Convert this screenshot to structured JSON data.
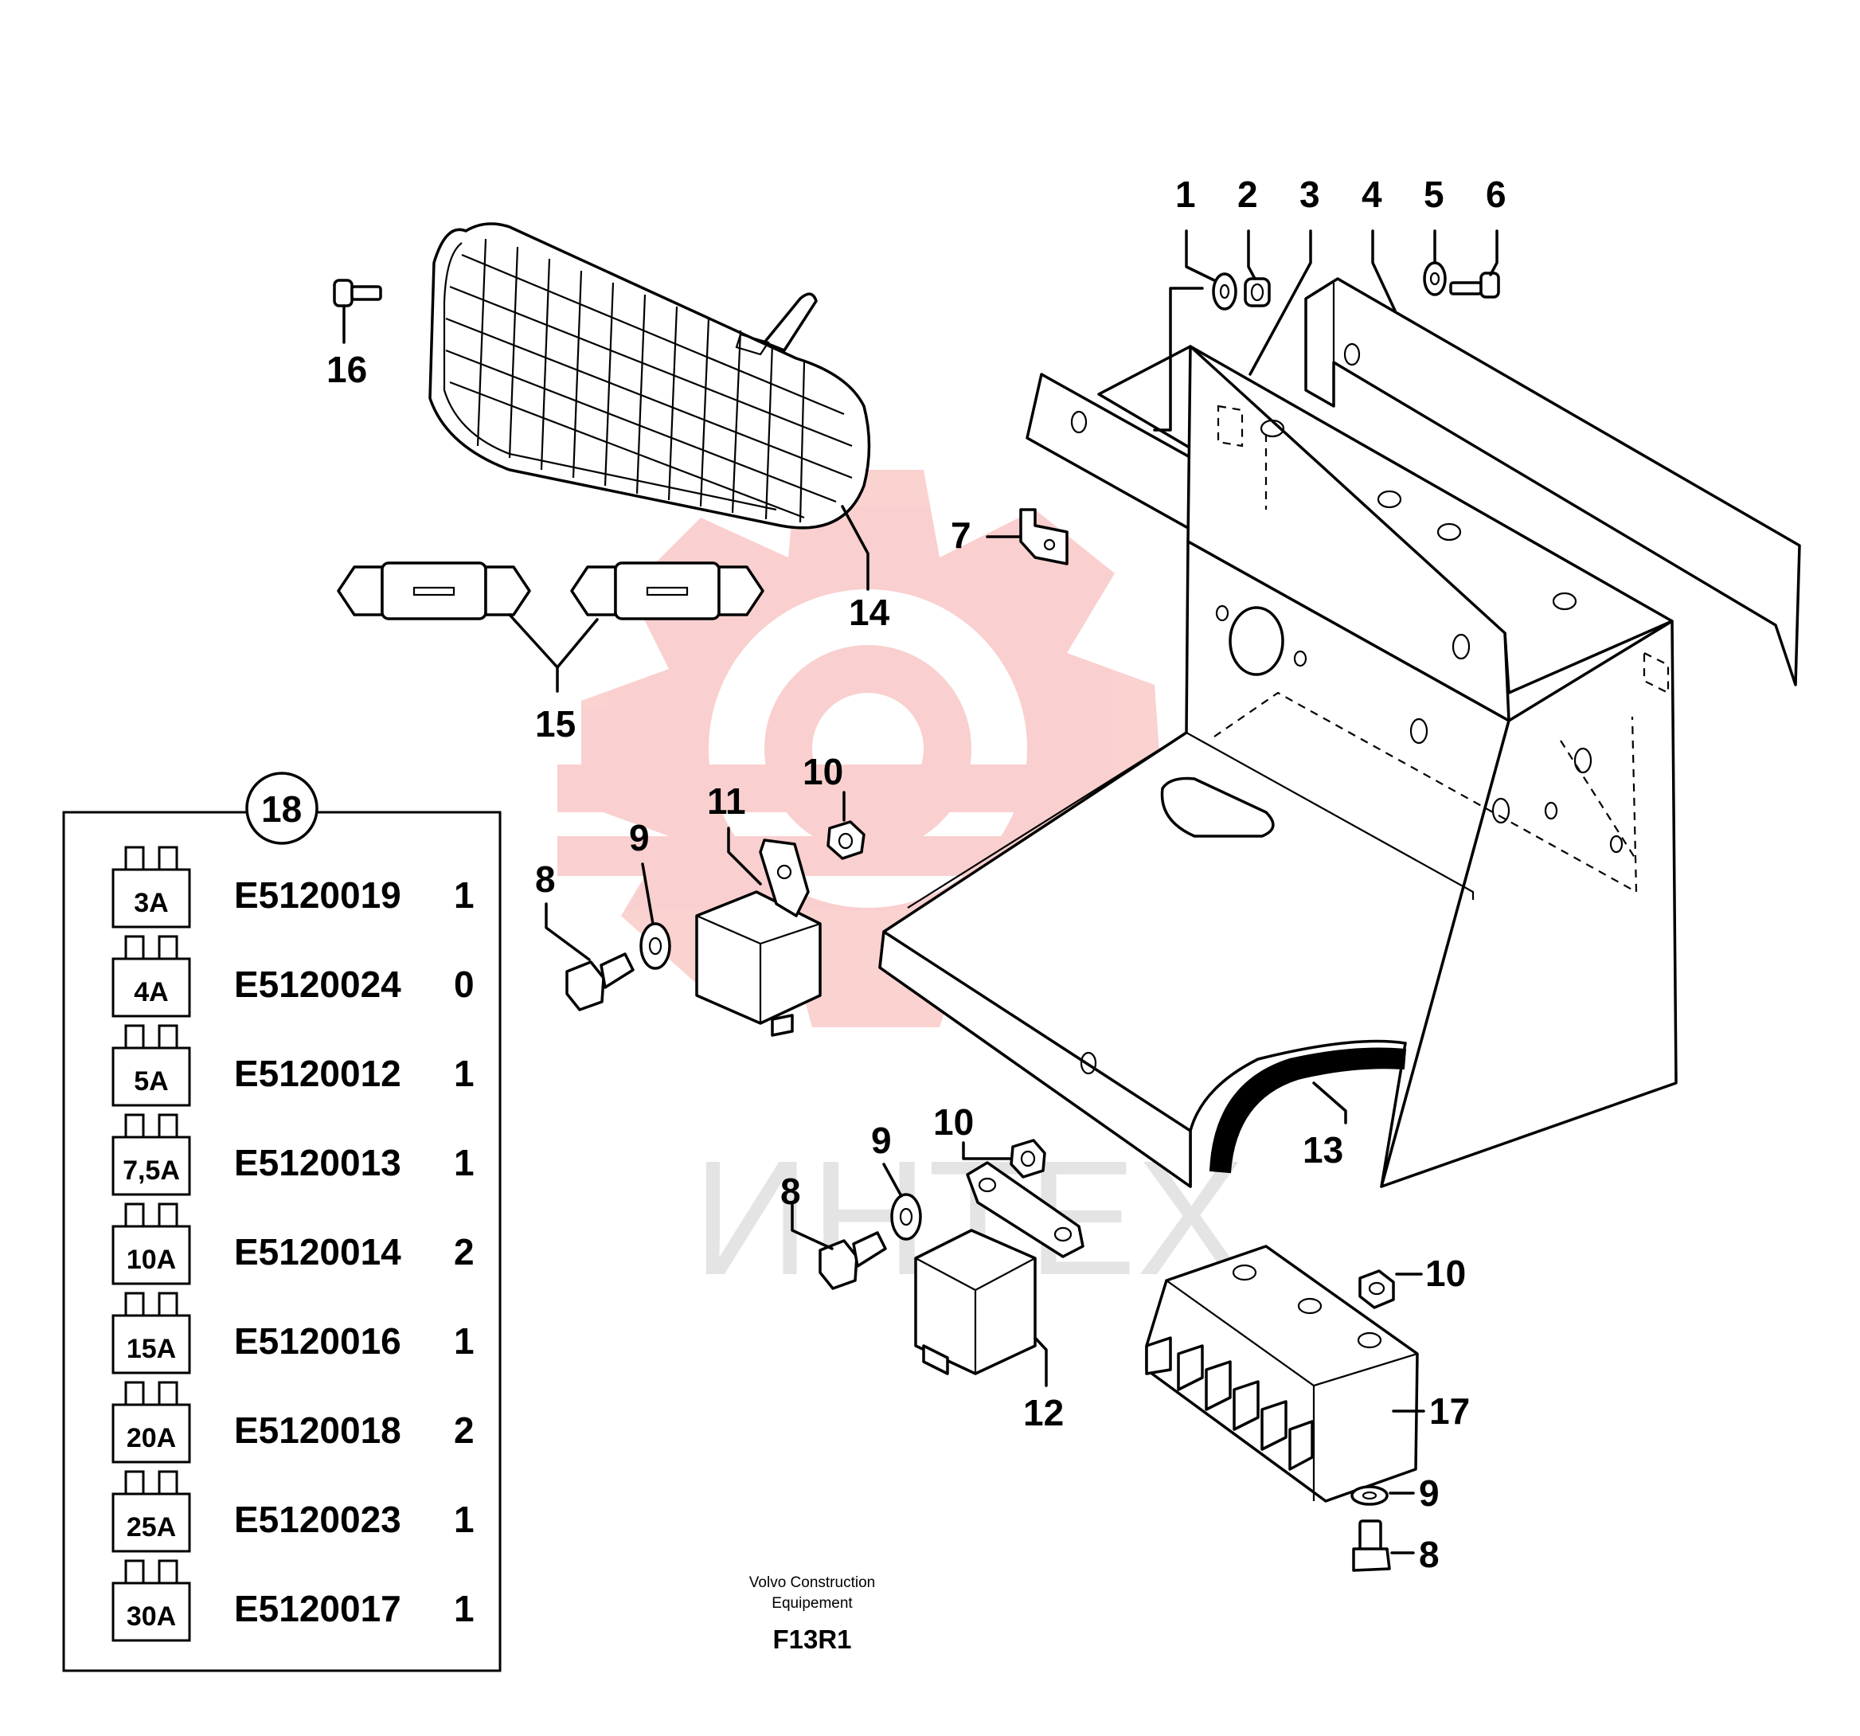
{
  "callouts": {
    "c1": "1",
    "c2": "2",
    "c3": "3",
    "c4": "4",
    "c5": "5",
    "c6": "6",
    "c7": "7",
    "c8a": "8",
    "c8b": "8",
    "c8c": "8",
    "c9a": "9",
    "c9b": "9",
    "c9c": "9",
    "c10a": "10",
    "c10b": "10",
    "c10c": "10",
    "c11": "11",
    "c12": "12",
    "c13": "13",
    "c14": "14",
    "c15": "15",
    "c16": "16",
    "c17": "17",
    "c18": "18"
  },
  "fuse_table": {
    "rows": [
      {
        "amp": "3A",
        "part": "E5120019",
        "qty": "1"
      },
      {
        "amp": "4A",
        "part": "E5120024",
        "qty": "0"
      },
      {
        "amp": "5A",
        "part": "E5120012",
        "qty": "1"
      },
      {
        "amp": "7,5A",
        "part": "E5120013",
        "qty": "1"
      },
      {
        "amp": "10A",
        "part": "E5120014",
        "qty": "2"
      },
      {
        "amp": "15A",
        "part": "E5120016",
        "qty": "1"
      },
      {
        "amp": "20A",
        "part": "E5120018",
        "qty": "2"
      },
      {
        "amp": "25A",
        "part": "E5120023",
        "qty": "1"
      },
      {
        "amp": "30A",
        "part": "E5120017",
        "qty": "1"
      }
    ]
  },
  "footer": {
    "brand_line1": "Volvo Construction",
    "brand_line2": "Equipement",
    "figure_code": "F13R1"
  },
  "watermark": {
    "text": "ИНТЕХ",
    "color": "#e8302a"
  }
}
